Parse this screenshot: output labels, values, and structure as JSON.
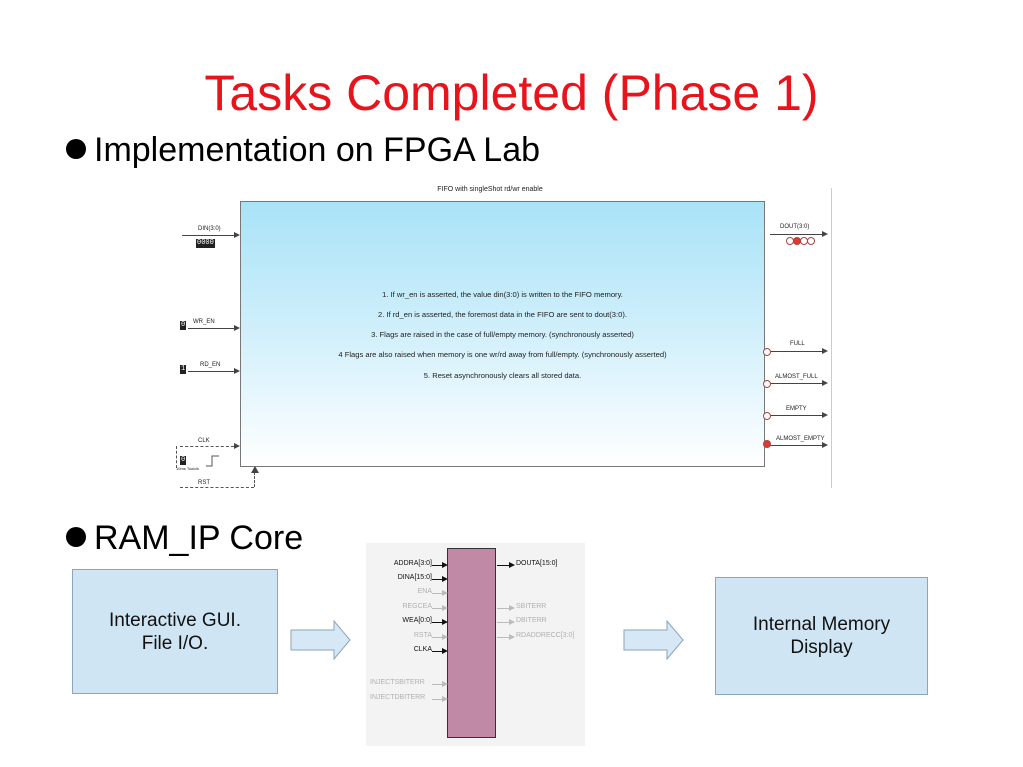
{
  "title": "Tasks Completed (Phase 1)",
  "bullets": {
    "b1": "Implementation on FPGA Lab",
    "b2": "RAM_IP Core"
  },
  "fifo": {
    "title": "FIFO with singleShot rd/wr enable",
    "lines": [
      "1. If wr_en is asserted, the value din(3:0) is written to the FIFO memory.",
      "2. If rd_en is asserted, the foremost data in the FIFO are sent to dout(3:0).",
      "3. Flags are raised in the case of full/empty memory. (synchronously asserted)",
      "4 Flags are also raised when memory is one wr/rd away from full/empty. (synchronously asserted)",
      "5. Reset asynchronously clears all stored data."
    ],
    "inputs": {
      "din": "DIN(3:0)",
      "din_value": "0000",
      "wr_en": "WR_EN",
      "wr_en_value": "0",
      "rd_en": "RD_EN",
      "rd_en_value": "1",
      "clk": "CLK",
      "clk_value": "0",
      "clk_caption": "10ms Toolclk",
      "rst": "RST"
    },
    "outputs": {
      "dout": "DOUT(3:0)",
      "full": "FULL",
      "almost_full": "ALMOST_FULL",
      "empty": "EMPTY",
      "almost_empty": "ALMOST_EMPTY"
    },
    "colors": {
      "led_on": "#e03a2a",
      "led_off": "#ffffff"
    }
  },
  "flow": {
    "left_box": {
      "line1": "Interactive GUI.",
      "line2": "File I/O."
    },
    "right_box": {
      "line1": "Internal Memory",
      "line2": "Display"
    }
  },
  "ram": {
    "left_signals": [
      {
        "label": "ADDRA[3:0]",
        "active": true
      },
      {
        "label": "DINA[15:0]",
        "active": true
      },
      {
        "label": "ENA",
        "active": false
      },
      {
        "label": "REGCEA",
        "active": false
      },
      {
        "label": "WEA[0:0]",
        "active": true
      },
      {
        "label": "RSTA",
        "active": false
      },
      {
        "label": "CLKA",
        "active": true
      },
      {
        "label": "INJECTSBITERR",
        "active": false
      },
      {
        "label": "INJECTDBITERR",
        "active": false
      }
    ],
    "right_signals": [
      {
        "label": "DOUTA[15:0]",
        "active": true
      },
      {
        "label": "SBITERR",
        "active": false
      },
      {
        "label": "DBITERR",
        "active": false
      },
      {
        "label": "RDADDRECC[3:0]",
        "active": false
      }
    ],
    "block_color": "#c08aa6"
  }
}
